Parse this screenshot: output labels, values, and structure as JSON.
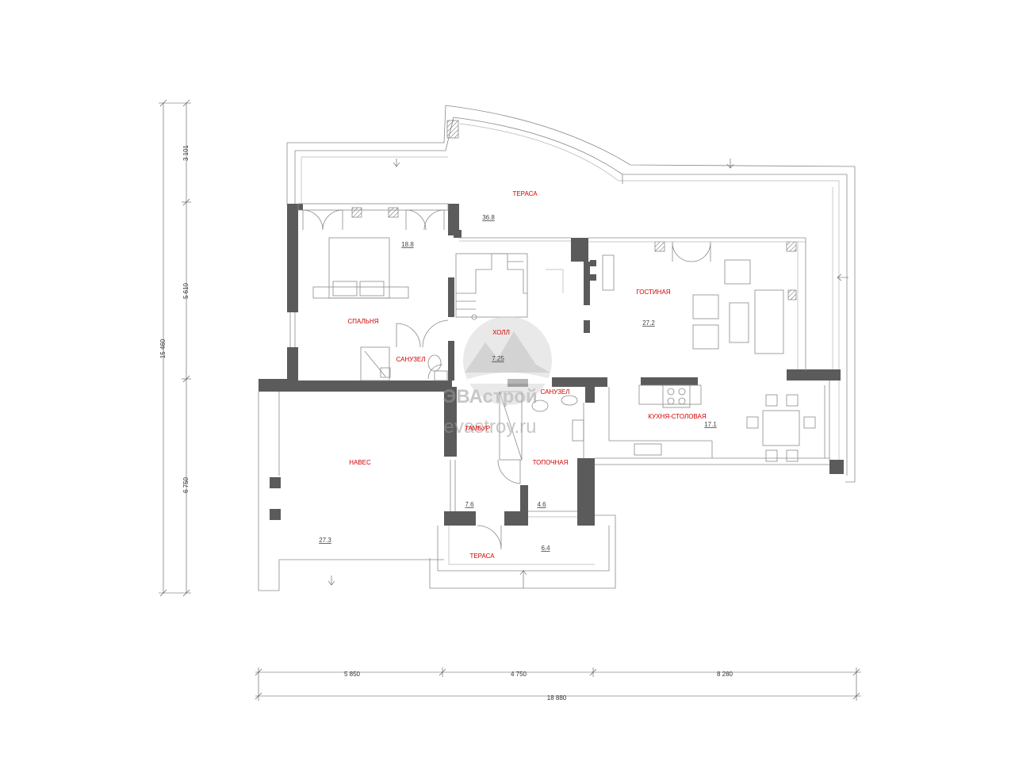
{
  "rooms": {
    "terrace_top": {
      "name": "ТЕРАСА",
      "area": "36.8"
    },
    "bedroom": {
      "name": "СПАЛЬНЯ",
      "area": "18.8"
    },
    "bathroom_left": {
      "name": "САНУЗЕЛ"
    },
    "hall": {
      "name": "ХОЛЛ",
      "area": "7.25"
    },
    "living": {
      "name": "ГОСТИНАЯ",
      "area": "27.2"
    },
    "bathroom_center": {
      "name": "САНУЗЕЛ"
    },
    "kitchen": {
      "name": "КУХНЯ-СТОЛОВАЯ",
      "area": "17.1"
    },
    "vestibule": {
      "name": "ТАМБУР",
      "area": "7.6"
    },
    "boiler": {
      "name": "ТОПОЧНАЯ",
      "area": "4.6"
    },
    "canopy": {
      "name": "НАВЕС",
      "area": "27.3"
    },
    "terrace_bottom": {
      "name": "ТЕРАСА",
      "area": "6.4"
    }
  },
  "dimensions": {
    "vertical_segments": [
      "3 101",
      "5 610",
      "6 750"
    ],
    "vertical_total": "15 460",
    "horizontal_segments": [
      "5 850",
      "4 750",
      "8 280"
    ],
    "horizontal_total": "18 880"
  },
  "watermark": {
    "brand": "ЭВАстрой",
    "url": "evastroy.ru"
  },
  "colors": {
    "walls": "#5b5b5b",
    "room_labels": "#d40000",
    "watermark": "#9a9a9a"
  }
}
